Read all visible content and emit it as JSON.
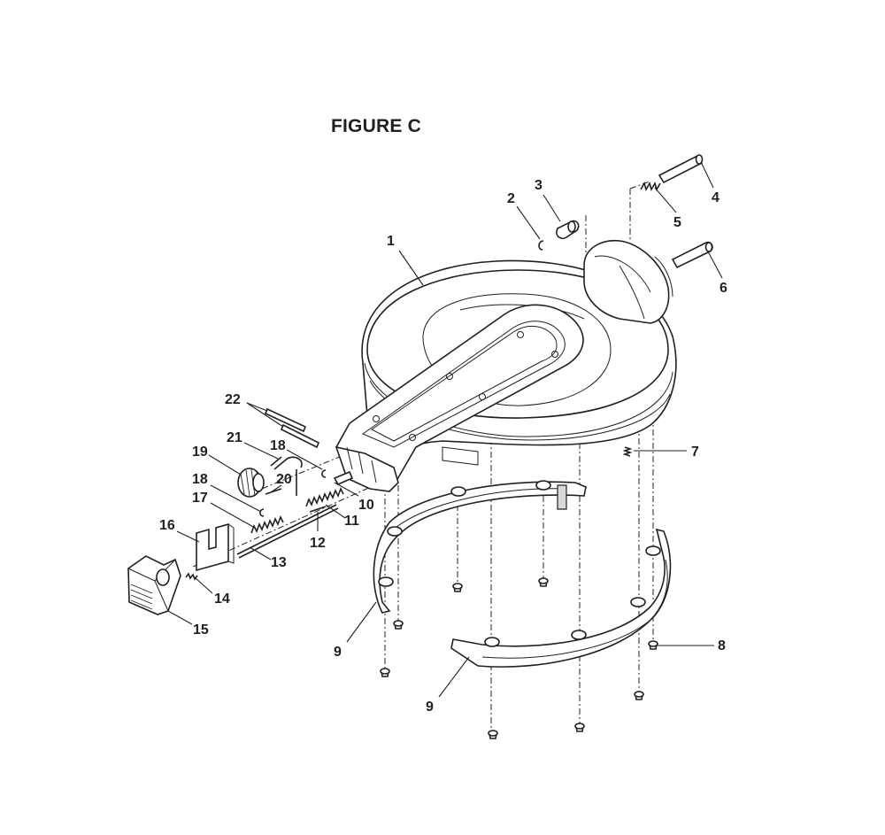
{
  "figure": {
    "title": "FIGURE C"
  },
  "callouts": [
    {
      "id": "c1",
      "text": "1"
    },
    {
      "id": "c2",
      "text": "2"
    },
    {
      "id": "c3",
      "text": "3"
    },
    {
      "id": "c4",
      "text": "4"
    },
    {
      "id": "c5",
      "text": "5"
    },
    {
      "id": "c6",
      "text": "6"
    },
    {
      "id": "c7",
      "text": "7"
    },
    {
      "id": "c8",
      "text": "8"
    },
    {
      "id": "c9a",
      "text": "9"
    },
    {
      "id": "c9b",
      "text": "9"
    },
    {
      "id": "c10",
      "text": "10"
    },
    {
      "id": "c11",
      "text": "11"
    },
    {
      "id": "c12",
      "text": "12"
    },
    {
      "id": "c13",
      "text": "13"
    },
    {
      "id": "c14",
      "text": "14"
    },
    {
      "id": "c15",
      "text": "15"
    },
    {
      "id": "c16",
      "text": "16"
    },
    {
      "id": "c17",
      "text": "17"
    },
    {
      "id": "c18a",
      "text": "18"
    },
    {
      "id": "c18b",
      "text": "18"
    },
    {
      "id": "c19",
      "text": "19"
    },
    {
      "id": "c20",
      "text": "20"
    },
    {
      "id": "c21",
      "text": "21"
    },
    {
      "id": "c22",
      "text": "22"
    }
  ]
}
